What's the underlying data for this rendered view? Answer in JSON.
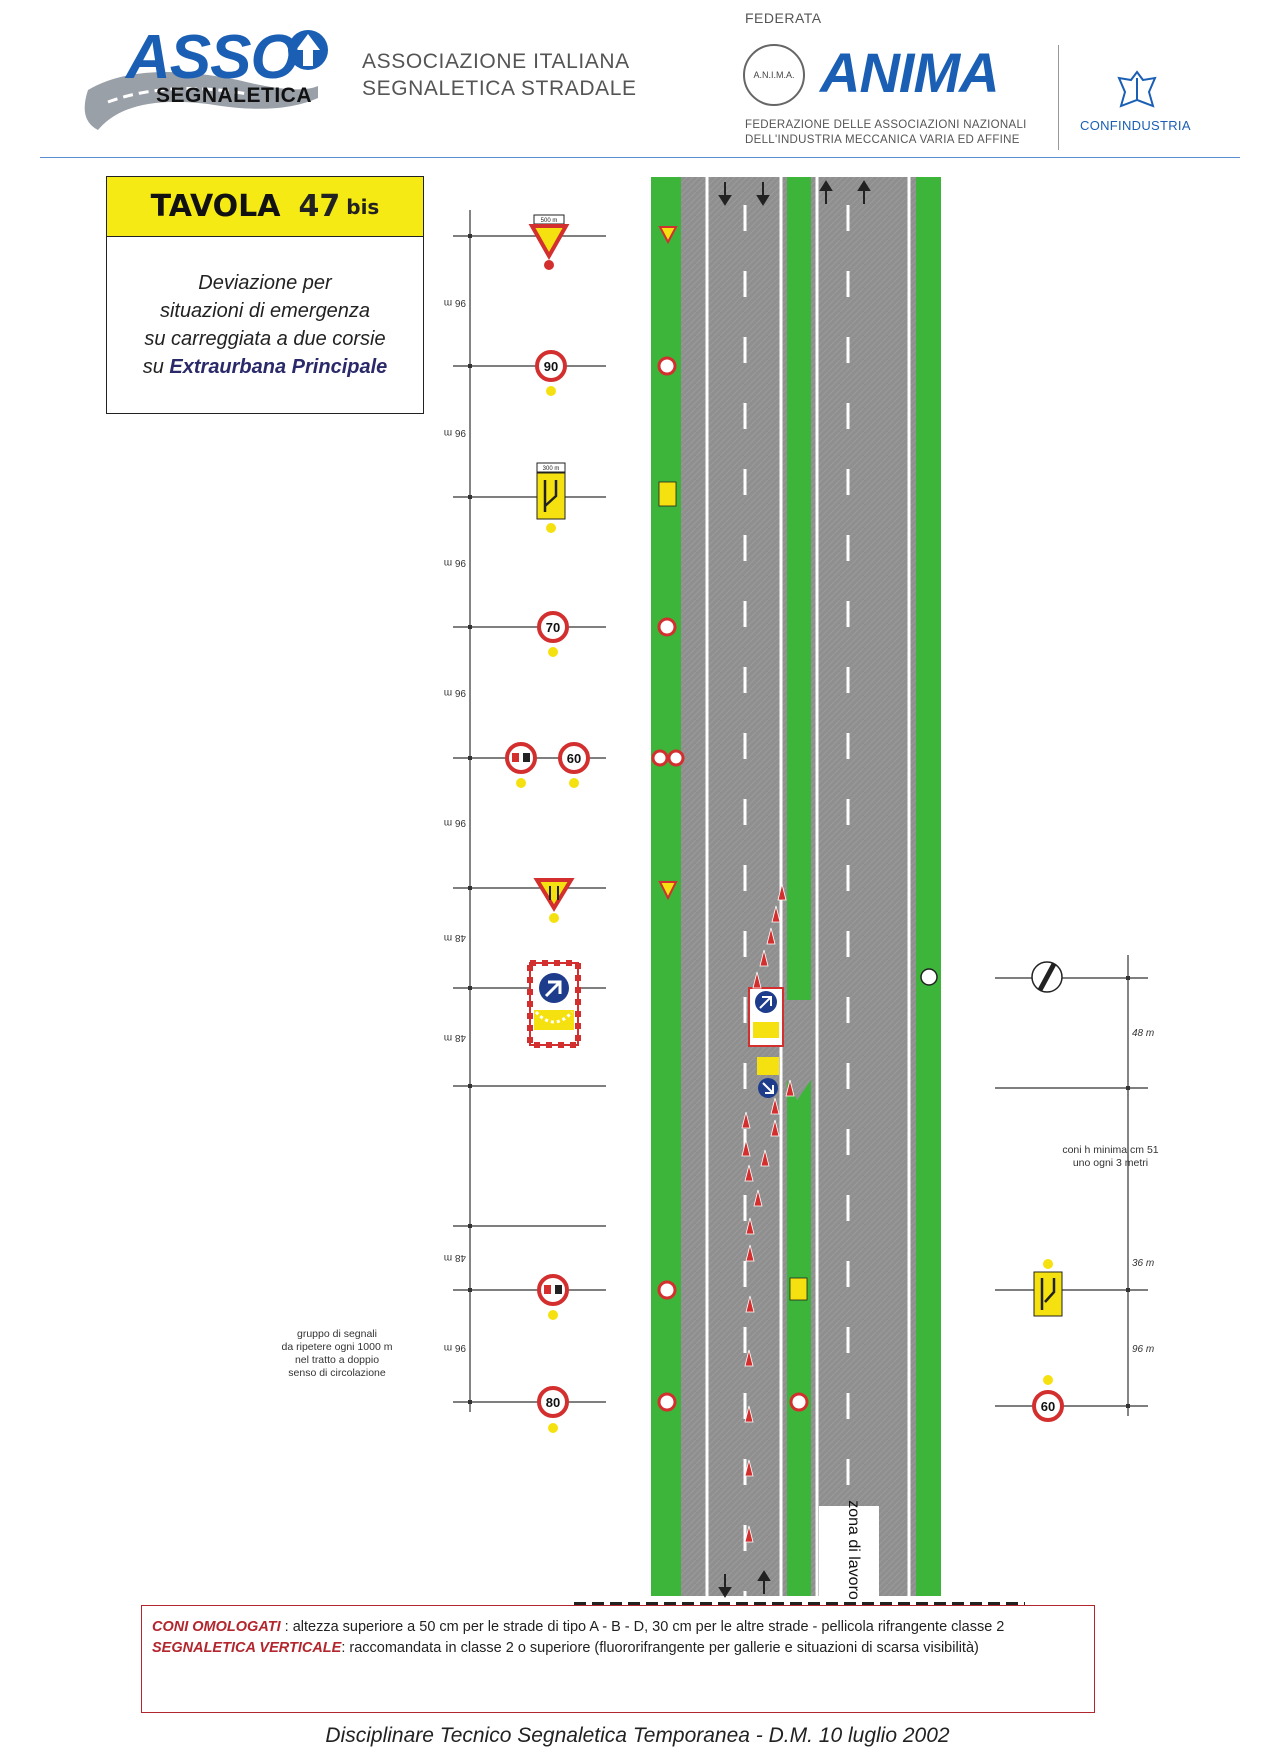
{
  "header": {
    "asso_name": "ASSO",
    "asso_sub": "SEGNALETICA",
    "assoc_line1": "ASSOCIAZIONE ITALIANA",
    "assoc_line2": "SEGNALETICA STRADALE",
    "federata": "FEDERATA",
    "anima_seal": "A.N.I.M.A.",
    "anima": "ANIMA",
    "anima_fed_line1": "FEDERAZIONE DELLE ASSOCIAZIONI NAZIONALI",
    "anima_fed_line2": "DELL'INDUSTRIA MECCANICA VARIA ED AFFINE",
    "confindustria": "CONFINDUSTRIA"
  },
  "title": {
    "tavola": "TAVOLA",
    "number": "47",
    "suffix": "bis",
    "desc_line1": "Deviazione per",
    "desc_line2": "situazioni di emergenza",
    "desc_line3": "su carreggiata a due corsie",
    "desc_line4_prefix": "su ",
    "desc_line4_bold": "Extraurbana Principale"
  },
  "left_distances": [
    "96 m",
    "96 m",
    "96 m",
    "96 m",
    "96 m",
    "48 m",
    "48 m",
    "48 m",
    "96 m"
  ],
  "right_distances": [
    "48 m",
    "36 m",
    "96 m"
  ],
  "signs": {
    "speed_90": "90",
    "speed_70": "70",
    "speed_60": "60",
    "speed_80": "80",
    "speed_60_right": "60",
    "plate_500": "500 m",
    "plate_300": "300 m"
  },
  "notes": {
    "cones_note_line1": "coni h minima cm 51",
    "cones_note_line2": "uno ogni 3 metri",
    "group_note": [
      "gruppo di segnali",
      "da ripetere ogni 1000 m",
      "nel tratto a doppio",
      "senso di circolazione"
    ],
    "work_zone": "zona di lavoro"
  },
  "footer": {
    "coni_label": "CONI OMOLOGATI",
    "coni_text": " : altezza superiore a 50 cm per le strade di tipo A - B - D, 30 cm per le altre strade - pellicola rifrangente classe 2",
    "segn_label": "SEGNALETICA VERTICALE",
    "segn_text": ": raccomandata in classe 2 o superiore (fluororifrangente per gallerie e situazioni di scarsa visibilità)",
    "disciplinare": "Disciplinare Tecnico Segnaletica Temporanea - D.M.  10 luglio 2002"
  },
  "colors": {
    "verge": "#3db53a",
    "road": "#8e8e8e",
    "sign_red": "#d32f2f",
    "sign_blue": "#1e3c8c",
    "sign_yellow": "#f5e10f",
    "brand_blue": "#1a5fb4"
  }
}
